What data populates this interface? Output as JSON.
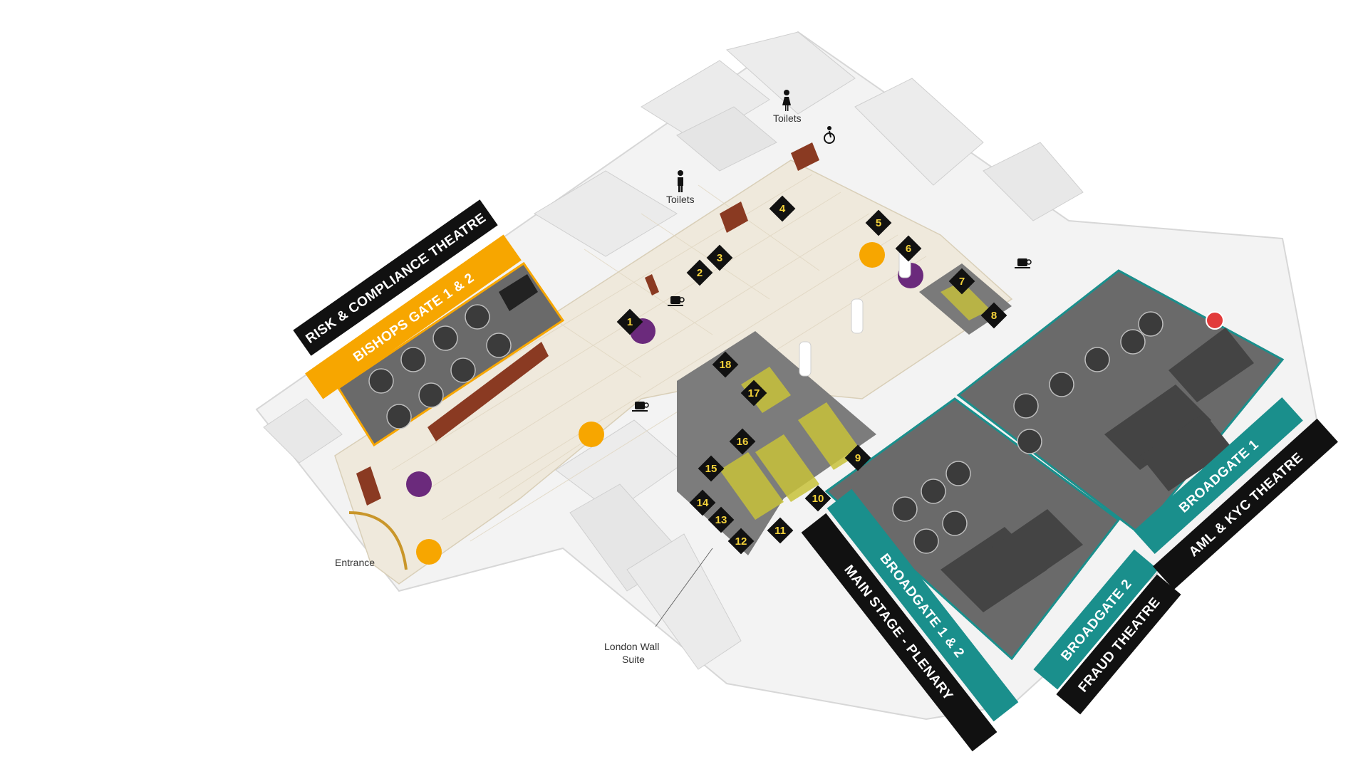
{
  "map": {
    "labels": {
      "toilets_1": "Toilets",
      "toilets_2": "Toilets",
      "entrance": "Entrance",
      "london_wall_1": "London Wall",
      "london_wall_2": "Suite"
    },
    "banners": {
      "risk_theatre": "RISK & COMPLIANCE THEATRE",
      "bishops_gate": "BISHOPS GATE 1 & 2",
      "broadgate_1_2": "BROADGATE 1 & 2",
      "main_stage": "MAIN STAGE - PLENARY",
      "broadgate_2": "BROADGATE 2",
      "fraud_theatre": "FRAUD THEATRE",
      "broadgate_1": "BROADGATE 1",
      "aml_theatre": "AML & KYC THEATRE"
    },
    "stands": [
      "1",
      "2",
      "3",
      "4",
      "5",
      "6",
      "7",
      "8",
      "9",
      "10",
      "11",
      "12",
      "13",
      "14",
      "15",
      "16",
      "17",
      "18"
    ],
    "colors": {
      "orange": "#f7a600",
      "teal": "#1a8f8c",
      "black": "#111111",
      "floor": "#efe9dc",
      "carpet": "#6d6d6d",
      "wall": "#e6e6e6",
      "wood": "#8a3a22",
      "purple": "#6b2a7c",
      "stand_yellow": "#f4d23a"
    },
    "icons": [
      "coffee-icon",
      "male-toilet-icon",
      "female-toilet-icon",
      "accessible-icon"
    ]
  }
}
